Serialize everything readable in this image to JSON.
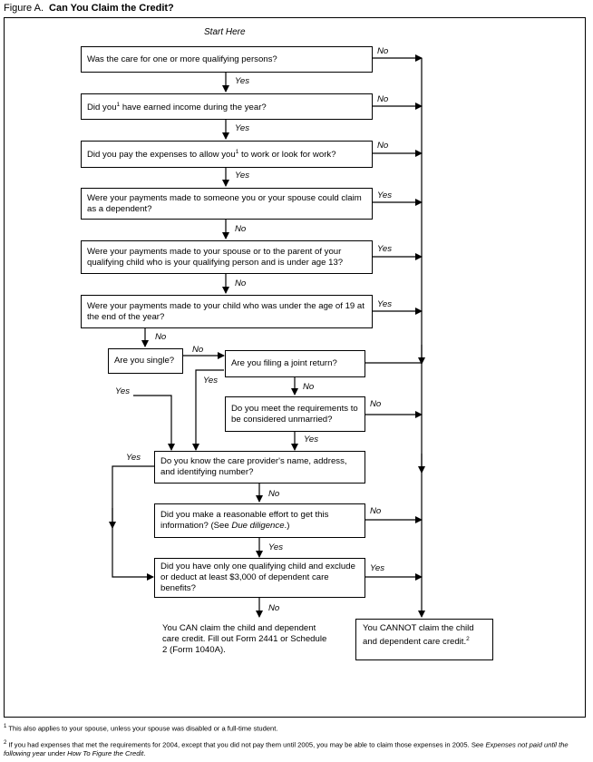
{
  "figure": {
    "label": "Figure A.",
    "title": "Can You Claim the Credit?"
  },
  "start_label": "Start Here",
  "questions": {
    "q1": "Was the care for one or more qualifying persons?",
    "q2_a": "Did you",
    "q2_sup": "1",
    "q2_b": " have earned income during the year?",
    "q3_a": "Did you pay the expenses to allow you",
    "q3_sup": "1",
    "q3_b": " to work or look for work?",
    "q4": "Were your payments made to someone you or your spouse could claim as a dependent?",
    "q5": "Were your payments made to your spouse or to the parent of your qualifying child who is your qualifying person and is under age 13?",
    "q6": "Were your payments made to your child who was under the age of 19 at the end of the year?",
    "q7": "Are you single?",
    "q8": "Are you filing a joint return?",
    "q9": "Do you meet the requirements to be considered unmarried?",
    "q10": "Do you know the care provider's name, address, and identifying number?",
    "q11_a": "Did you make a reasonable effort to get this information? (See ",
    "q11_italic": "Due diligence",
    "q11_b": ".)",
    "q12": "Did you have only one qualifying child and exclude or deduct at least $3,000 of dependent care benefits?"
  },
  "answers": {
    "yes": "Yes",
    "no": "No"
  },
  "outcomes": {
    "can": "You CAN claim the child and dependent care credit. Fill out Form 2441 or Schedule 2 (Form 1040A).",
    "cannot_text": "You CANNOT claim the child and dependent care credit.",
    "cannot_sup": "2"
  },
  "footnotes": {
    "f1_num": "1",
    "f1": "This also applies to your spouse, unless your spouse was disabled or a full-time student.",
    "f2_num": "2",
    "f2_a": "If you had expenses that met the requirements for 2004, except that you did not pay them until 2005, you may be able to claim those expenses in 2005. See ",
    "f2_italic": "Expenses not paid until the following year",
    "f2_b": " under ",
    "f2_italic2": "How To Figure the Credit",
    "f2_c": "."
  }
}
